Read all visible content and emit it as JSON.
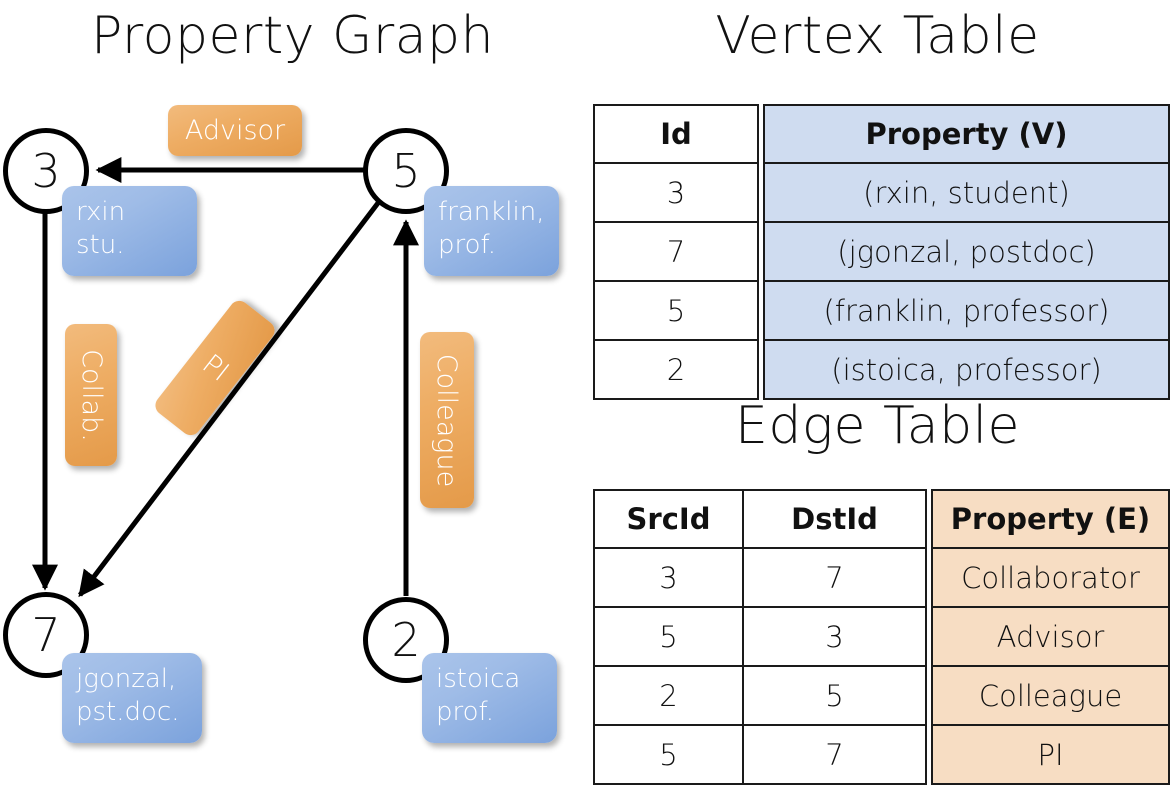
{
  "titles": {
    "graph": "Property Graph",
    "vertex_table": "Vertex Table",
    "edge_table": "Edge Table"
  },
  "graph": {
    "nodes": [
      {
        "id": "3",
        "label": "3",
        "property_line1": "rxin",
        "property_line2": "stu."
      },
      {
        "id": "5",
        "label": "5",
        "property_line1": "franklin,",
        "property_line2": "prof."
      },
      {
        "id": "7",
        "label": "7",
        "property_line1": "jgonzal,",
        "property_line2": "pst.doc."
      },
      {
        "id": "2",
        "label": "2",
        "property_line1": "istoica",
        "property_line2": "prof."
      }
    ],
    "edge_labels": {
      "advisor": "Advisor",
      "collab": "Collab.",
      "pi": "PI",
      "colleague": "Colleague"
    },
    "edges": [
      {
        "src": "5",
        "dst": "3",
        "label": "Advisor"
      },
      {
        "src": "3",
        "dst": "7",
        "label": "Collab."
      },
      {
        "src": "5",
        "dst": "7",
        "label": "PI"
      },
      {
        "src": "2",
        "dst": "5",
        "label": "Colleague"
      }
    ]
  },
  "vertex_table": {
    "headers": [
      "Id",
      "Property (V)"
    ],
    "rows": [
      {
        "id": "3",
        "property": "(rxin, student)"
      },
      {
        "id": "7",
        "property": "(jgonzal, postdoc)"
      },
      {
        "id": "5",
        "property": "(franklin, professor)"
      },
      {
        "id": "2",
        "property": "(istoica, professor)"
      }
    ]
  },
  "edge_table": {
    "headers": [
      "SrcId",
      "DstId",
      "Property (E)"
    ],
    "rows": [
      {
        "src": "3",
        "dst": "7",
        "property": "Collaborator"
      },
      {
        "src": "5",
        "dst": "3",
        "property": "Advisor"
      },
      {
        "src": "2",
        "dst": "5",
        "property": "Colleague"
      },
      {
        "src": "5",
        "dst": "7",
        "property": "PI"
      }
    ]
  },
  "colors": {
    "vertex_property_fill": "#cfdcf0",
    "edge_property_fill": "#f7ddc3",
    "node_box_blue": "#7ba2dc",
    "edge_box_orange": "#eead64",
    "stroke": "#000000",
    "background": "#ffffff"
  }
}
